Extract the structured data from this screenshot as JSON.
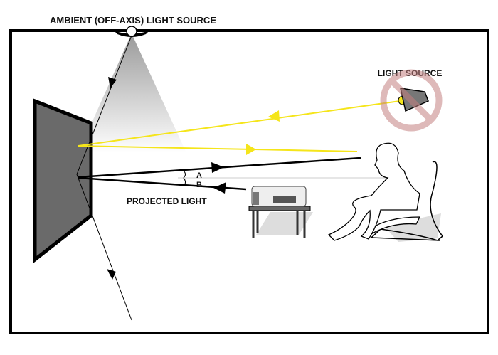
{
  "labels": {
    "ambient": "AMBIENT (OFF-AXIS) LIGHT SOURCE",
    "light_source": "LIGHT SOURCE",
    "projected": "PROJECTED LIGHT",
    "angle_a": "A",
    "angle_b": "B"
  },
  "colors": {
    "ray_yellow": "#f5e51a",
    "screen": "#6a6a6a",
    "prohibit": "#d9a9a9"
  }
}
